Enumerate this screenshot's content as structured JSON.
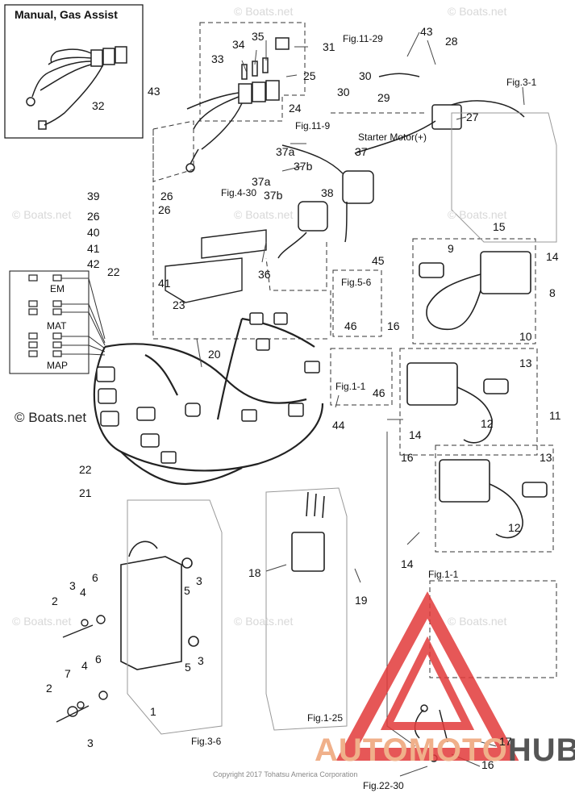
{
  "inset_title": "Manual, Gas Assist",
  "copyright": "Copyright 2017 Tohatsu America Corporation",
  "watermark": "© Boats.net",
  "brand": {
    "part1": "AUTOMOTO",
    "part2": "HUB",
    "color_part1": "#f0b08a",
    "color_part2": "#555555",
    "logo_color": "#e23a3a"
  },
  "sensor_labels": {
    "em": "EM",
    "mat": "MAT",
    "map": "MAP"
  },
  "fig_refs": {
    "fig_11_29": "Fig.11-29",
    "fig_3_1": "Fig.3-1",
    "fig_11_9": "Fig.11-9",
    "starter_motor": "Starter Motor(+)",
    "fig_4_30": "Fig.4-30",
    "fig_5_6": "Fig.5-6",
    "fig_1_1_mid": "Fig.1-1",
    "fig_1_1_low": "Fig.1-1",
    "fig_1_25": "Fig.1-25",
    "fig_3_6": "Fig.3-6",
    "fig_22_30": "Fig.22-30"
  },
  "callouts": {
    "c43a": "43",
    "c28": "28",
    "c35": "35",
    "c34": "34",
    "c31": "31",
    "c33": "33",
    "c25": "25",
    "c30": "30",
    "c29": "29",
    "c27": "27",
    "c43b": "43",
    "c32": "32",
    "c24": "24",
    "c37a_1": "37a",
    "c37": "37",
    "c37b_1": "37b",
    "c37b_2": "37b",
    "c37a_2": "37a",
    "c38": "38",
    "c39": "39",
    "c26a": "26",
    "c26b": "26",
    "c26c": "26",
    "c40": "40",
    "c41a": "41",
    "c42": "42",
    "c22a": "22",
    "c41b": "41",
    "c23": "23",
    "c36": "36",
    "c45": "45",
    "c46a": "46",
    "c15": "15",
    "c14a": "14",
    "c9": "9",
    "c8": "8",
    "c10": "10",
    "c16a": "16",
    "c20": "20",
    "c13a": "13",
    "c46b": "46",
    "c12a": "12",
    "c11": "11",
    "c44": "44",
    "c14b": "14",
    "c16b": "16",
    "c13b": "13",
    "c22b": "22",
    "c21": "21",
    "c12b": "12",
    "c14c": "14",
    "c18": "18",
    "c19": "19",
    "c6a": "6",
    "c3a": "3",
    "c4a": "4",
    "c2a": "2",
    "c5a": "5",
    "c3b": "3",
    "c5b": "5",
    "c3c": "3",
    "c7": "7",
    "c4b": "4",
    "c6b": "6",
    "c2b": "2",
    "c1": "1",
    "c3d": "3",
    "c17": "17",
    "c16c": "16"
  }
}
